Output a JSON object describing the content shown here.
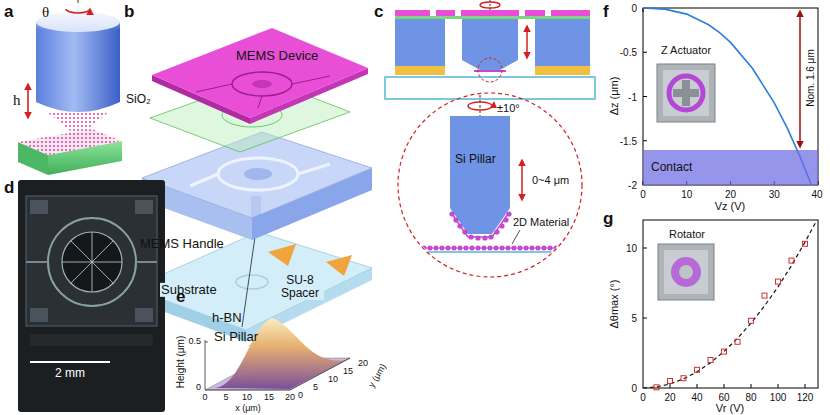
{
  "diagram": {
    "nodes": [
      {
        "text": [
          "Contact"
        ]
      },
      {
        "text": [
          "Z Actuator"
        ]
      },
      {
        "text": [
          "Rotator"
        ]
      }
    ],
    "labels": [
      "a",
      "θ",
      "h",
      "b",
      "MEMS Device",
      "SiO₂",
      "MEMS Handle",
      "Substrate",
      "SU-8 Spacer",
      "Si Pillar",
      "c",
      "±10°",
      "Si Pillar",
      "0~4 μm",
      "2D Material",
      "d",
      "2 mm",
      "e",
      "h-BN",
      "Height (μm)",
      "0.5",
      "0",
      "0",
      "5",
      "10",
      "15",
      "20",
      "x (μm)",
      "0",
      "5",
      "10",
      "15",
      "20",
      "y (μm)",
      "f",
      "0",
      "-0.5",
      "-1",
      "-1.5",
      "-2",
      "Δz (μm)",
      "0",
      "10",
      "20",
      "30",
      "40",
      "Vz (V)",
      "Nom. 1.6 μm",
      "g",
      "0",
      "5",
      "10",
      "Δθmax (°)",
      "0",
      "20",
      "40",
      "60",
      "80",
      "100",
      "120",
      "Vr (V)"
    ]
  }
}
